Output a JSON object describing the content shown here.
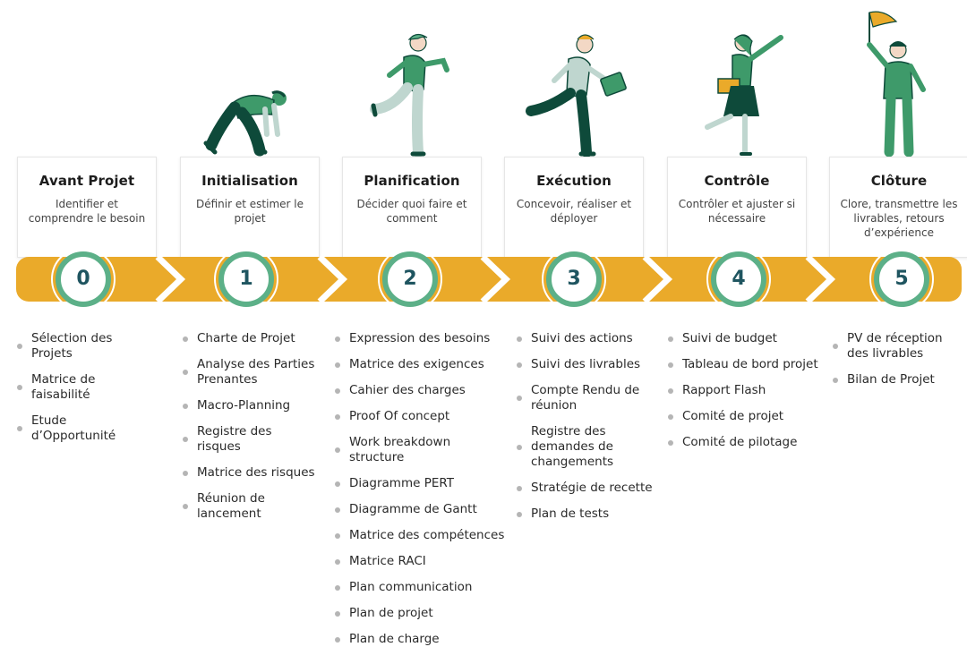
{
  "colors": {
    "band": "#EAAA2A",
    "ring": "#5CB088",
    "number": "#1F5560",
    "figure_green": "#3E9A6A",
    "figure_light": "#BFD6CF",
    "figure_dark": "#0E4A3A",
    "flag": "#EAAA2A"
  },
  "phases": [
    {
      "number": "0",
      "title": "Avant Projet",
      "description": "Identifier et comprendre le besoin",
      "figure_icon": "standing-person-icon",
      "items": [
        "Sélection des Projets",
        "Matrice de faisabilité",
        "Etude d’Opportunité"
      ]
    },
    {
      "number": "1",
      "title": "Initialisation",
      "description": "Définir et estimer le projet",
      "figure_icon": "crouching-start-runner-icon",
      "items": [
        "Charte de Projet",
        "Analyse des Parties Prenantes",
        "Macro-Planning",
        "Registre des risques",
        "Matrice des risques",
        "Réunion de lancement"
      ]
    },
    {
      "number": "2",
      "title": "Planification",
      "description": "Décider quoi faire et comment",
      "figure_icon": "running-woman-icon",
      "items": [
        "Expression des besoins",
        "Matrice des exigences",
        "Cahier des charges",
        "Proof Of concept",
        "Work breakdown structure",
        "Diagramme PERT",
        "Diagramme de Gantt",
        "Matrice des compétences",
        "Matrice RACI",
        "Plan communication",
        "Plan de projet",
        "Plan de charge"
      ]
    },
    {
      "number": "3",
      "title": "Exécution",
      "description": "Concevoir, réaliser et déployer",
      "figure_icon": "running-man-briefcase-icon",
      "items": [
        "Suivi des actions",
        "Suivi des livrables",
        "Compte Rendu de réunion",
        "Registre des demandes de changements",
        "Stratégie de recette",
        "Plan de tests"
      ]
    },
    {
      "number": "4",
      "title": "Contrôle",
      "description": "Contrôler et ajuster si nécessaire",
      "figure_icon": "cheering-woman-folder-icon",
      "items": [
        "Suivi de budget",
        "Tableau de bord projet",
        "Rapport Flash",
        "Comité de projet",
        "Comité de pilotage"
      ]
    },
    {
      "number": "5",
      "title": "Clôture",
      "description": "Clore, transmettre les livrables, retours d’expérience",
      "figure_icon": "man-holding-flag-icon",
      "items": [
        "PV de réception des livrables",
        "Bilan de Projet"
      ]
    }
  ]
}
